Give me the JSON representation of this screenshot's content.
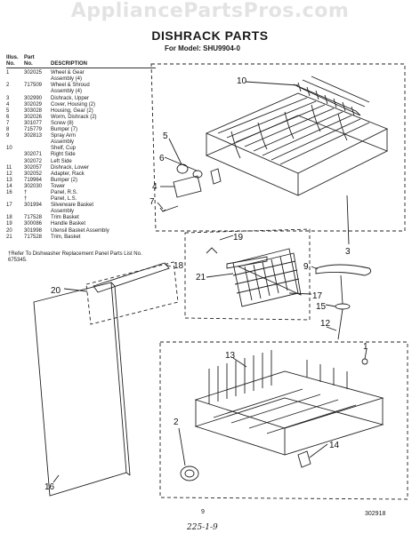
{
  "watermark": "AppliancePartsPros.com",
  "title": "DISHRACK PARTS",
  "model_line": "For Model: SHU9904-0",
  "parts_header": {
    "illus_1": "Illus.",
    "illus_2": "No.",
    "part_1": "Part",
    "part_2": "No.",
    "desc": "DESCRIPTION"
  },
  "parts": [
    {
      "illus": "1",
      "part": "302025",
      "desc": "Wheel & Gear"
    },
    {
      "illus": "",
      "part": "",
      "desc": "Assembly (4)"
    },
    {
      "illus": "2",
      "part": "717509",
      "desc": "Wheel & Shroud"
    },
    {
      "illus": "",
      "part": "",
      "desc": "Assembly (4)"
    },
    {
      "illus": "3",
      "part": "302990",
      "desc": "Dishrack, Upper"
    },
    {
      "illus": "4",
      "part": "302029",
      "desc": "Cover, Housing (2)"
    },
    {
      "illus": "5",
      "part": "303028",
      "desc": "Housing, Gear (2)"
    },
    {
      "illus": "6",
      "part": "302026",
      "desc": "Worm, Dishrack (2)"
    },
    {
      "illus": "7",
      "part": "301077",
      "desc": "Screw (8)"
    },
    {
      "illus": "8",
      "part": "715779",
      "desc": "Bumper (7)"
    },
    {
      "illus": "9",
      "part": "302813",
      "desc": "Spray Arm"
    },
    {
      "illus": "",
      "part": "",
      "desc": "Assembly"
    },
    {
      "illus": "10",
      "part": "",
      "desc": "Shelf, Cup"
    },
    {
      "illus": "",
      "part": "302071",
      "desc": "Right Side"
    },
    {
      "illus": "",
      "part": "302072",
      "desc": "Left Side"
    },
    {
      "illus": "11",
      "part": "302057",
      "desc": "Dishrack, Lower"
    },
    {
      "illus": "12",
      "part": "302052",
      "desc": "Adapter, Rack"
    },
    {
      "illus": "13",
      "part": "719964",
      "desc": "Bumper (2)"
    },
    {
      "illus": "14",
      "part": "302030",
      "desc": "Tower"
    },
    {
      "illus": "16",
      "part": "†",
      "desc": "Panel, R.S."
    },
    {
      "illus": "",
      "part": "†",
      "desc": "Panel, L.S."
    },
    {
      "illus": "17",
      "part": "301994",
      "desc": "Silverware Basket"
    },
    {
      "illus": "",
      "part": "",
      "desc": "Assembly"
    },
    {
      "illus": "18",
      "part": "717528",
      "desc": "Trim Basket"
    },
    {
      "illus": "19",
      "part": "300086",
      "desc": "Handle Basket"
    },
    {
      "illus": "20",
      "part": "301998",
      "desc": "Utensil Basket Assembly"
    },
    {
      "illus": "21",
      "part": "717528",
      "desc": "Trim, Basket"
    }
  ],
  "footnote": "†Refer To Dishwasher Replacement Panel Parts List No. 675345.",
  "callouts": [
    "10",
    "5",
    "6",
    "4",
    "7",
    "3",
    "19",
    "18",
    "9",
    "21",
    "17",
    "15",
    "20",
    "12",
    "13",
    "1",
    "2",
    "14",
    "16"
  ],
  "page_number": "9",
  "doc_id": "302918",
  "handwritten": "225-1-9"
}
